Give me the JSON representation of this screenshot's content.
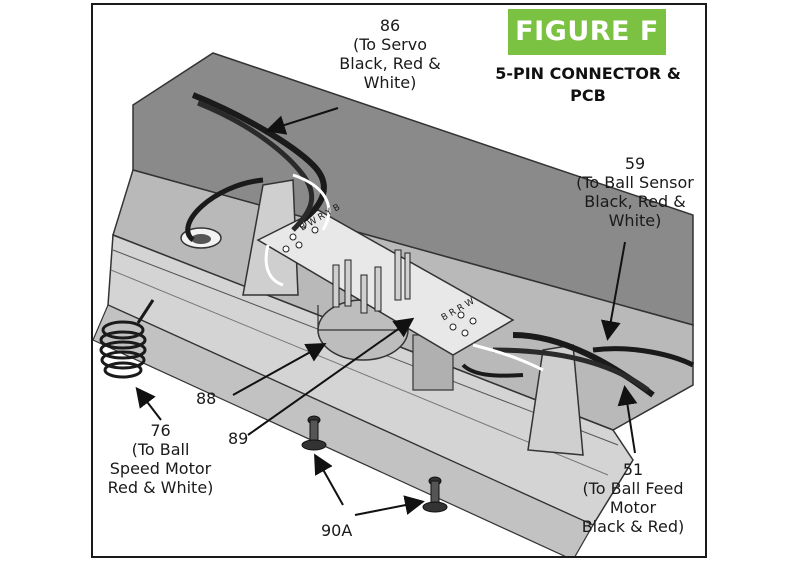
{
  "figure": {
    "badge": "FIGURE F",
    "subtitle_lines": [
      "5-PIN CONNECTOR &",
      "PCB"
    ],
    "badge_color": "#7cc242"
  },
  "callouts": {
    "c86": [
      "86",
      "(To Servo",
      "Black, Red &",
      "White)"
    ],
    "c59": [
      "59",
      "(To Ball Sensor",
      "Black, Red &",
      "White)"
    ],
    "c88": [
      "88"
    ],
    "c89": [
      "89"
    ],
    "c76": [
      "76",
      "(To Ball",
      "Speed Motor",
      "Red & White)"
    ],
    "c90a": [
      "90A"
    ],
    "c51": [
      "51",
      "(To Ball Feed",
      "Motor",
      "Black & Red)"
    ]
  },
  "pcb_markings": {
    "left_pins": [
      "B",
      "W",
      "R",
      "Y",
      "B"
    ],
    "right_pins": [
      "B",
      "R",
      "R",
      "W"
    ]
  }
}
